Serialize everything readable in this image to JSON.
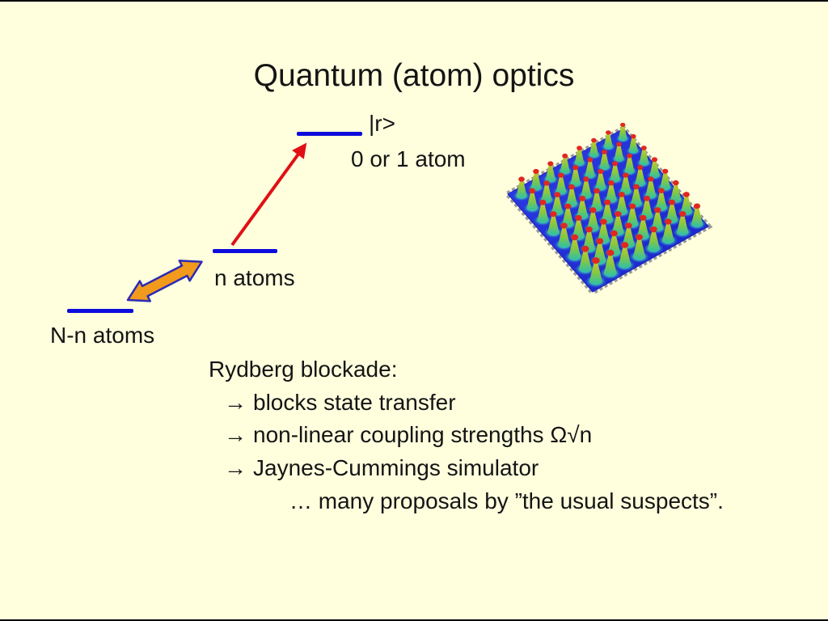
{
  "slide": {
    "title": "Quantum (atom) optics",
    "colors": {
      "background": "#FFFFDE",
      "border": "#000000",
      "text": "#141414",
      "level_line": "#0C0CDC",
      "excitation_arrow": "#E01014",
      "coupling_arrow_fill": "#F29A1B",
      "coupling_arrow_outline": "#2B2BB5"
    }
  },
  "level_diagram": {
    "levels": [
      {
        "name": "rydberg",
        "label": "|r>",
        "sublabel": "0 or 1 atom"
      },
      {
        "name": "intermediate",
        "label": "n atoms"
      },
      {
        "name": "ground",
        "label": "N-n atoms"
      }
    ]
  },
  "body": {
    "heading": "Rydberg blockade:",
    "bullets": [
      {
        "arrow": "→",
        "text": "blocks state transfer"
      },
      {
        "arrow": "→",
        "text": "non-linear coupling strengths Ω√n"
      },
      {
        "arrow": "→",
        "text": "Jaynes-Cummings simulator"
      }
    ],
    "footnote": "… many proposals by ”the usual suspects”."
  },
  "figure": {
    "name": "optical-lattice-3d-surface-plot",
    "rows": 8,
    "cols": 8,
    "plane_color_light": "#2E3EE8",
    "plane_color_dark": "#1822C6",
    "peak_base_color": "#3FC9B4",
    "peak_mid_color": "#86C93F",
    "peak_top_color": "#D3C52A",
    "peak_tip_color": "#E0281E",
    "border_color": "#9A9A9A"
  }
}
